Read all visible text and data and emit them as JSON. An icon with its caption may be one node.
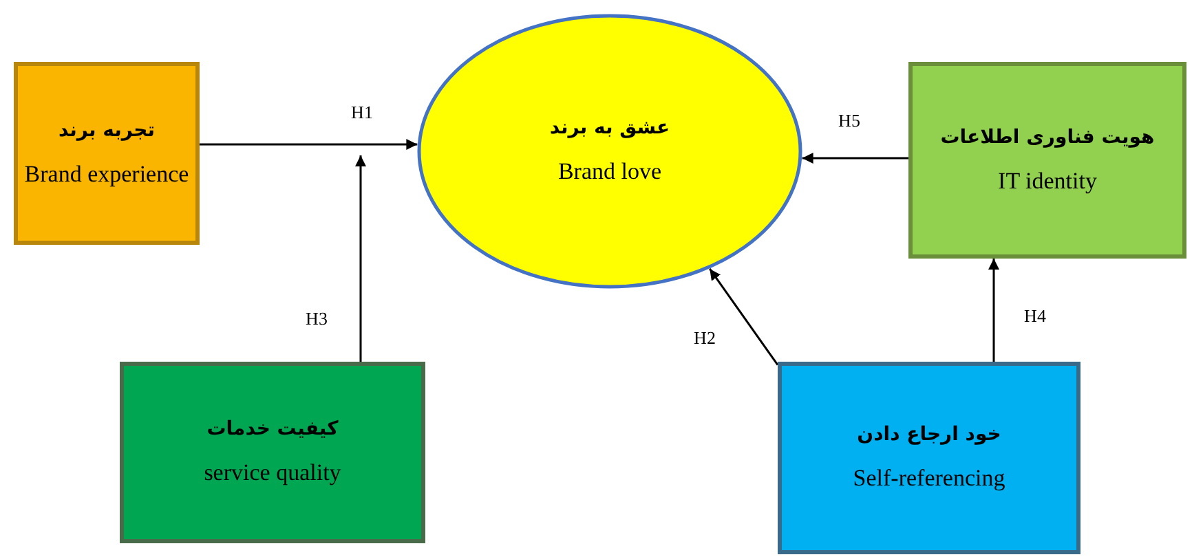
{
  "diagram": {
    "nodes": [
      {
        "text": [
          "تجربه برند",
          "Brand experience"
        ]
      },
      {
        "text": [
          "عشق به برند",
          "Brand love"
        ]
      },
      {
        "text": [
          "هویت فناوری اطلاعات",
          "IT identity"
        ]
      },
      {
        "text": [
          "کیفیت خدمات",
          "service quality"
        ]
      },
      {
        "text": [
          "خود ارجاع دادن",
          "Self-referencing"
        ]
      }
    ],
    "edges": [
      {
        "from": 0,
        "to": 1,
        "arrow": "to",
        "label": "H1"
      },
      {
        "from": 2,
        "to": 1,
        "arrow": "to",
        "label": "H5"
      },
      {
        "from": 3,
        "to": null,
        "arrow": "to",
        "label": "H3"
      },
      {
        "from": 4,
        "to": 1,
        "arrow": "to",
        "label": "H2"
      },
      {
        "from": 4,
        "to": 2,
        "arrow": "to",
        "label": "H4"
      }
    ]
  }
}
